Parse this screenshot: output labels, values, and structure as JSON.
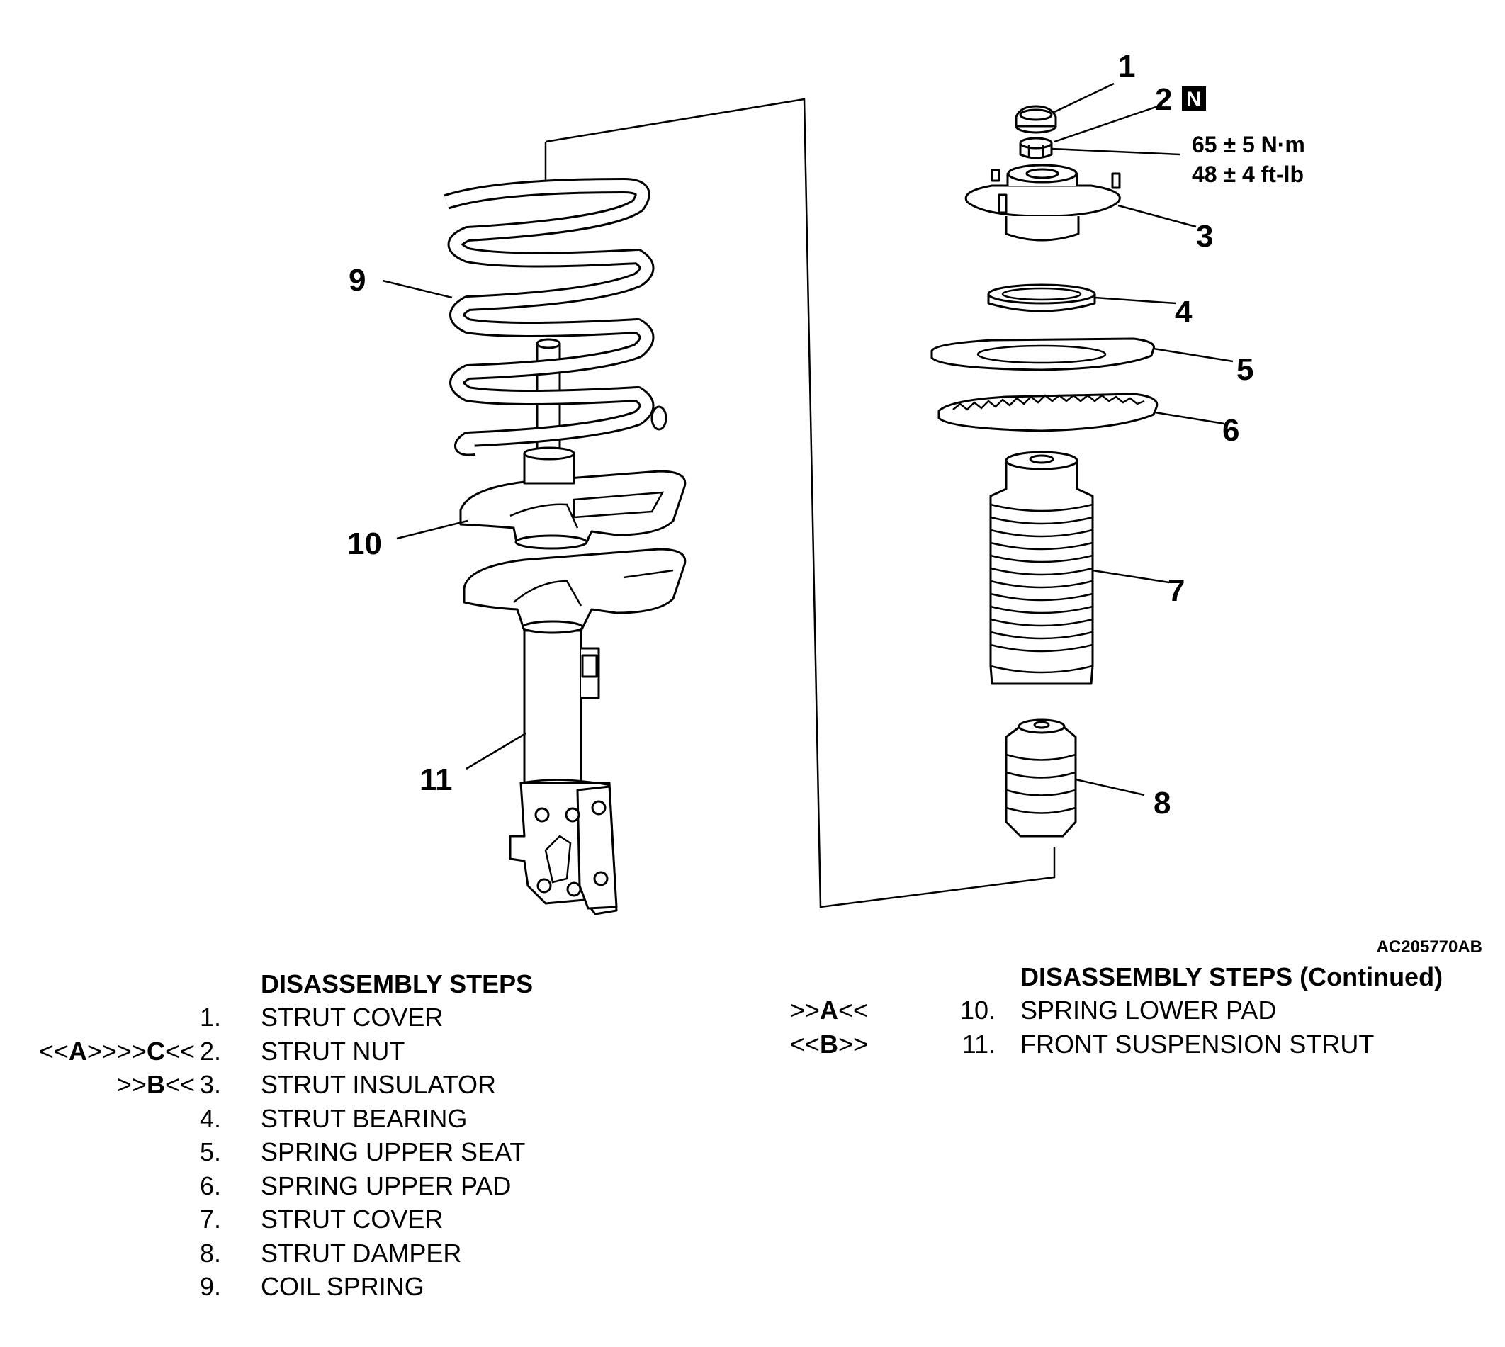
{
  "callouts": [
    "1",
    "2",
    "3",
    "4",
    "5",
    "6",
    "7",
    "8",
    "9",
    "10",
    "11"
  ],
  "new_part_badge": "N",
  "torque": {
    "metric": "65 ± 5 N·m",
    "imperial": "48 ± 4 ft-lb"
  },
  "figure_id": "AC205770AB",
  "steps_left": {
    "heading": "DISASSEMBLY STEPS",
    "items": [
      {
        "marker": "",
        "num": "1.",
        "name": "STRUT COVER"
      },
      {
        "marker": "<<A>>>>C<<",
        "num": "2.",
        "name": "STRUT NUT"
      },
      {
        "marker": ">>B<<",
        "num": "3.",
        "name": "STRUT INSULATOR"
      },
      {
        "marker": "",
        "num": "4.",
        "name": "STRUT BEARING"
      },
      {
        "marker": "",
        "num": "5.",
        "name": "SPRING UPPER SEAT"
      },
      {
        "marker": "",
        "num": "6.",
        "name": "SPRING UPPER PAD"
      },
      {
        "marker": "",
        "num": "7.",
        "name": "STRUT COVER"
      },
      {
        "marker": "",
        "num": "8.",
        "name": "STRUT DAMPER"
      },
      {
        "marker": "",
        "num": "9.",
        "name": "COIL SPRING"
      }
    ]
  },
  "steps_right": {
    "heading": "DISASSEMBLY STEPS (Continued)",
    "items": [
      {
        "marker": ">>A<<",
        "num": "10.",
        "name": "SPRING LOWER PAD"
      },
      {
        "marker": "<<B>>",
        "num": "11.",
        "name": "FRONT SUSPENSION STRUT"
      }
    ]
  }
}
